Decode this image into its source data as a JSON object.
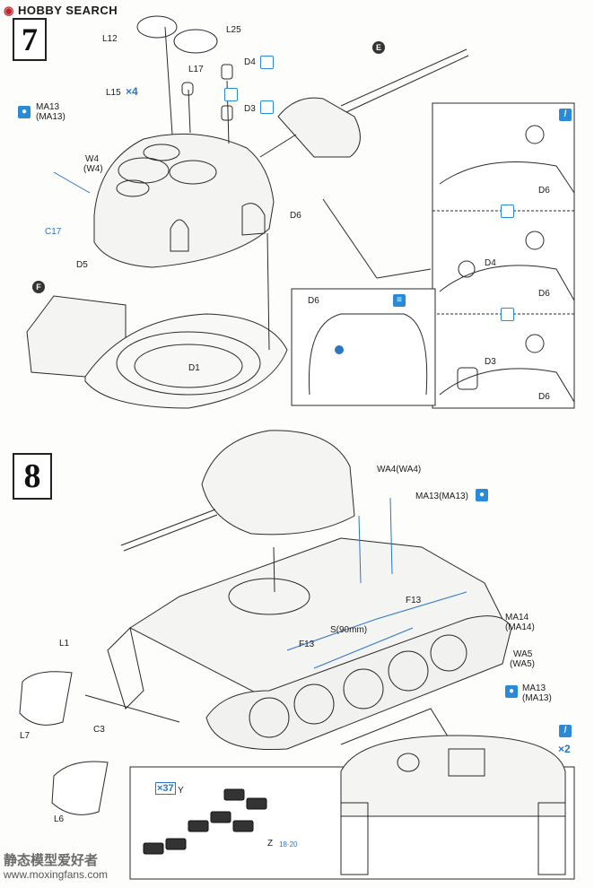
{
  "header": {
    "brand": "HOBBY SEARCH"
  },
  "step7": {
    "number": "7",
    "callouts": {
      "E": "E",
      "F": "F"
    },
    "parts": {
      "L12": "L12",
      "L25": "L25",
      "L17": "L17",
      "L15": "L15",
      "L15_qty": "×4",
      "D4": "D4",
      "D3": "D3",
      "MA13": "MA13",
      "MA13_alt": "(MA13)",
      "W4": "W4",
      "W4_alt": "(W4)",
      "C17": "C17",
      "D5": "D5",
      "D6": "D6",
      "D1": "D1"
    },
    "detail": {
      "D6_a": "D6",
      "D6_b": "D6",
      "D4": "D4",
      "D6_c": "D6",
      "D3": "D3",
      "D6_d": "D6",
      "D6_inset": "D6"
    }
  },
  "step8": {
    "number": "8",
    "parts": {
      "WA4": "WA4(WA4)",
      "MA13": "MA13(MA13)",
      "F13_a": "F13",
      "S": "S(90mm)",
      "F13_b": "F13",
      "MA14": "MA14",
      "MA14_alt": "(MA14)",
      "WA5": "WA5",
      "WA5_alt": "(WA5)",
      "MA13_b": "MA13",
      "MA13_b_alt": "(MA13)",
      "L1": "L1",
      "L7": "L7",
      "C3": "C3",
      "L6": "L6"
    },
    "tracks": {
      "qty": "×37",
      "Y": "Y",
      "Z": "Z",
      "ref": "18·20",
      "qty2": "×2"
    }
  },
  "watermark": {
    "left": "静态模型爱好者",
    "url": "www.moxingfans.com"
  },
  "colors": {
    "accent": "#2a76c6",
    "line": "#2a2a2a"
  }
}
